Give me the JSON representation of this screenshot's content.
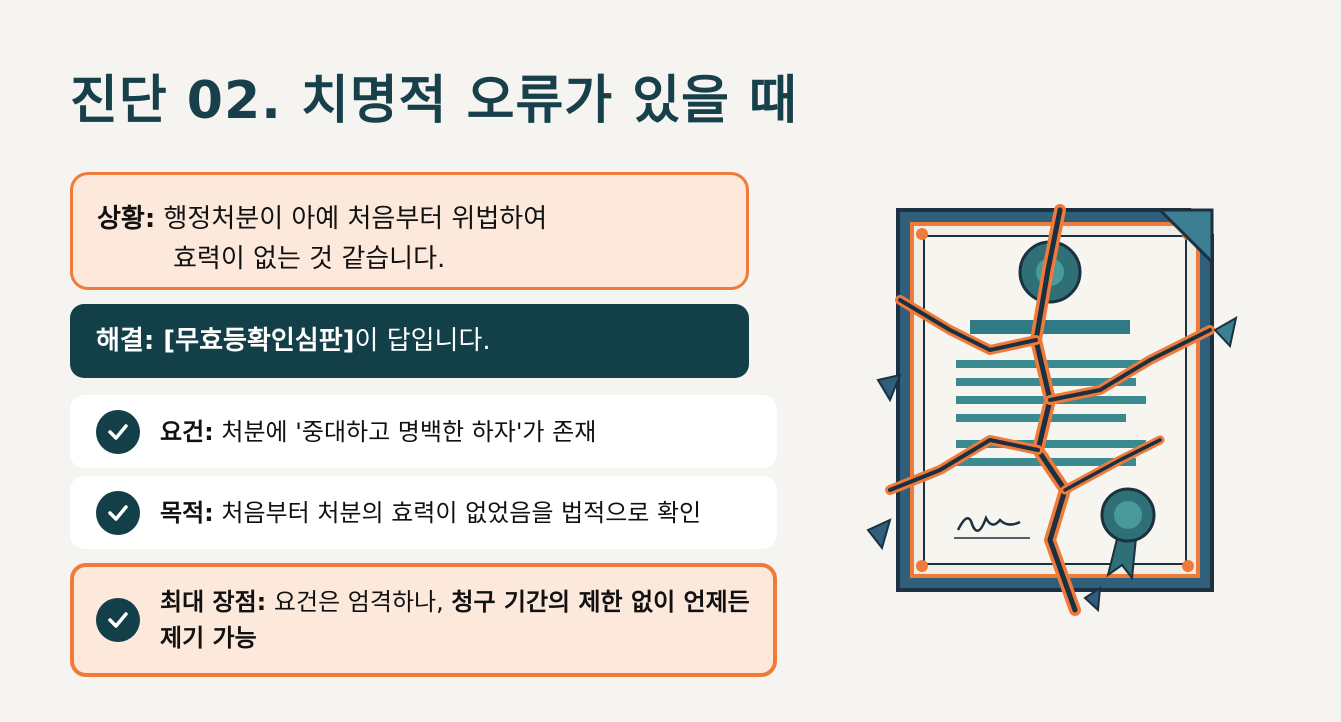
{
  "title": "진단 02. 치명적 오류가 있을 때",
  "situation": {
    "label": "상황:",
    "line1": " 행정처분이 아예 처음부터 위법하여",
    "line2": "효력이 없는 것 같습니다."
  },
  "solution": {
    "label": "해결:",
    "highlight": " [무효등확인심판]",
    "rest": "이 답입니다."
  },
  "items": [
    {
      "label": "요건:",
      "text": " 처분에 '중대하고 명백한 하자'가 존재"
    },
    {
      "label": "목적:",
      "text": " 처음부터 처분의 효력이 없었음을 법적으로 확인"
    },
    {
      "label": "최대 장점:",
      "text": " 요건은 엄격하나, ",
      "emphasis": "청구 기간의 제한 없이 언제든 제기 가능"
    }
  ],
  "colors": {
    "primary": "#133f48",
    "accent": "#ef7a3a",
    "accent_bg": "#fde8dc",
    "background": "#f5f4f1"
  },
  "icons": {
    "check": "check-circle-icon",
    "illustration": "broken-certificate-icon"
  }
}
